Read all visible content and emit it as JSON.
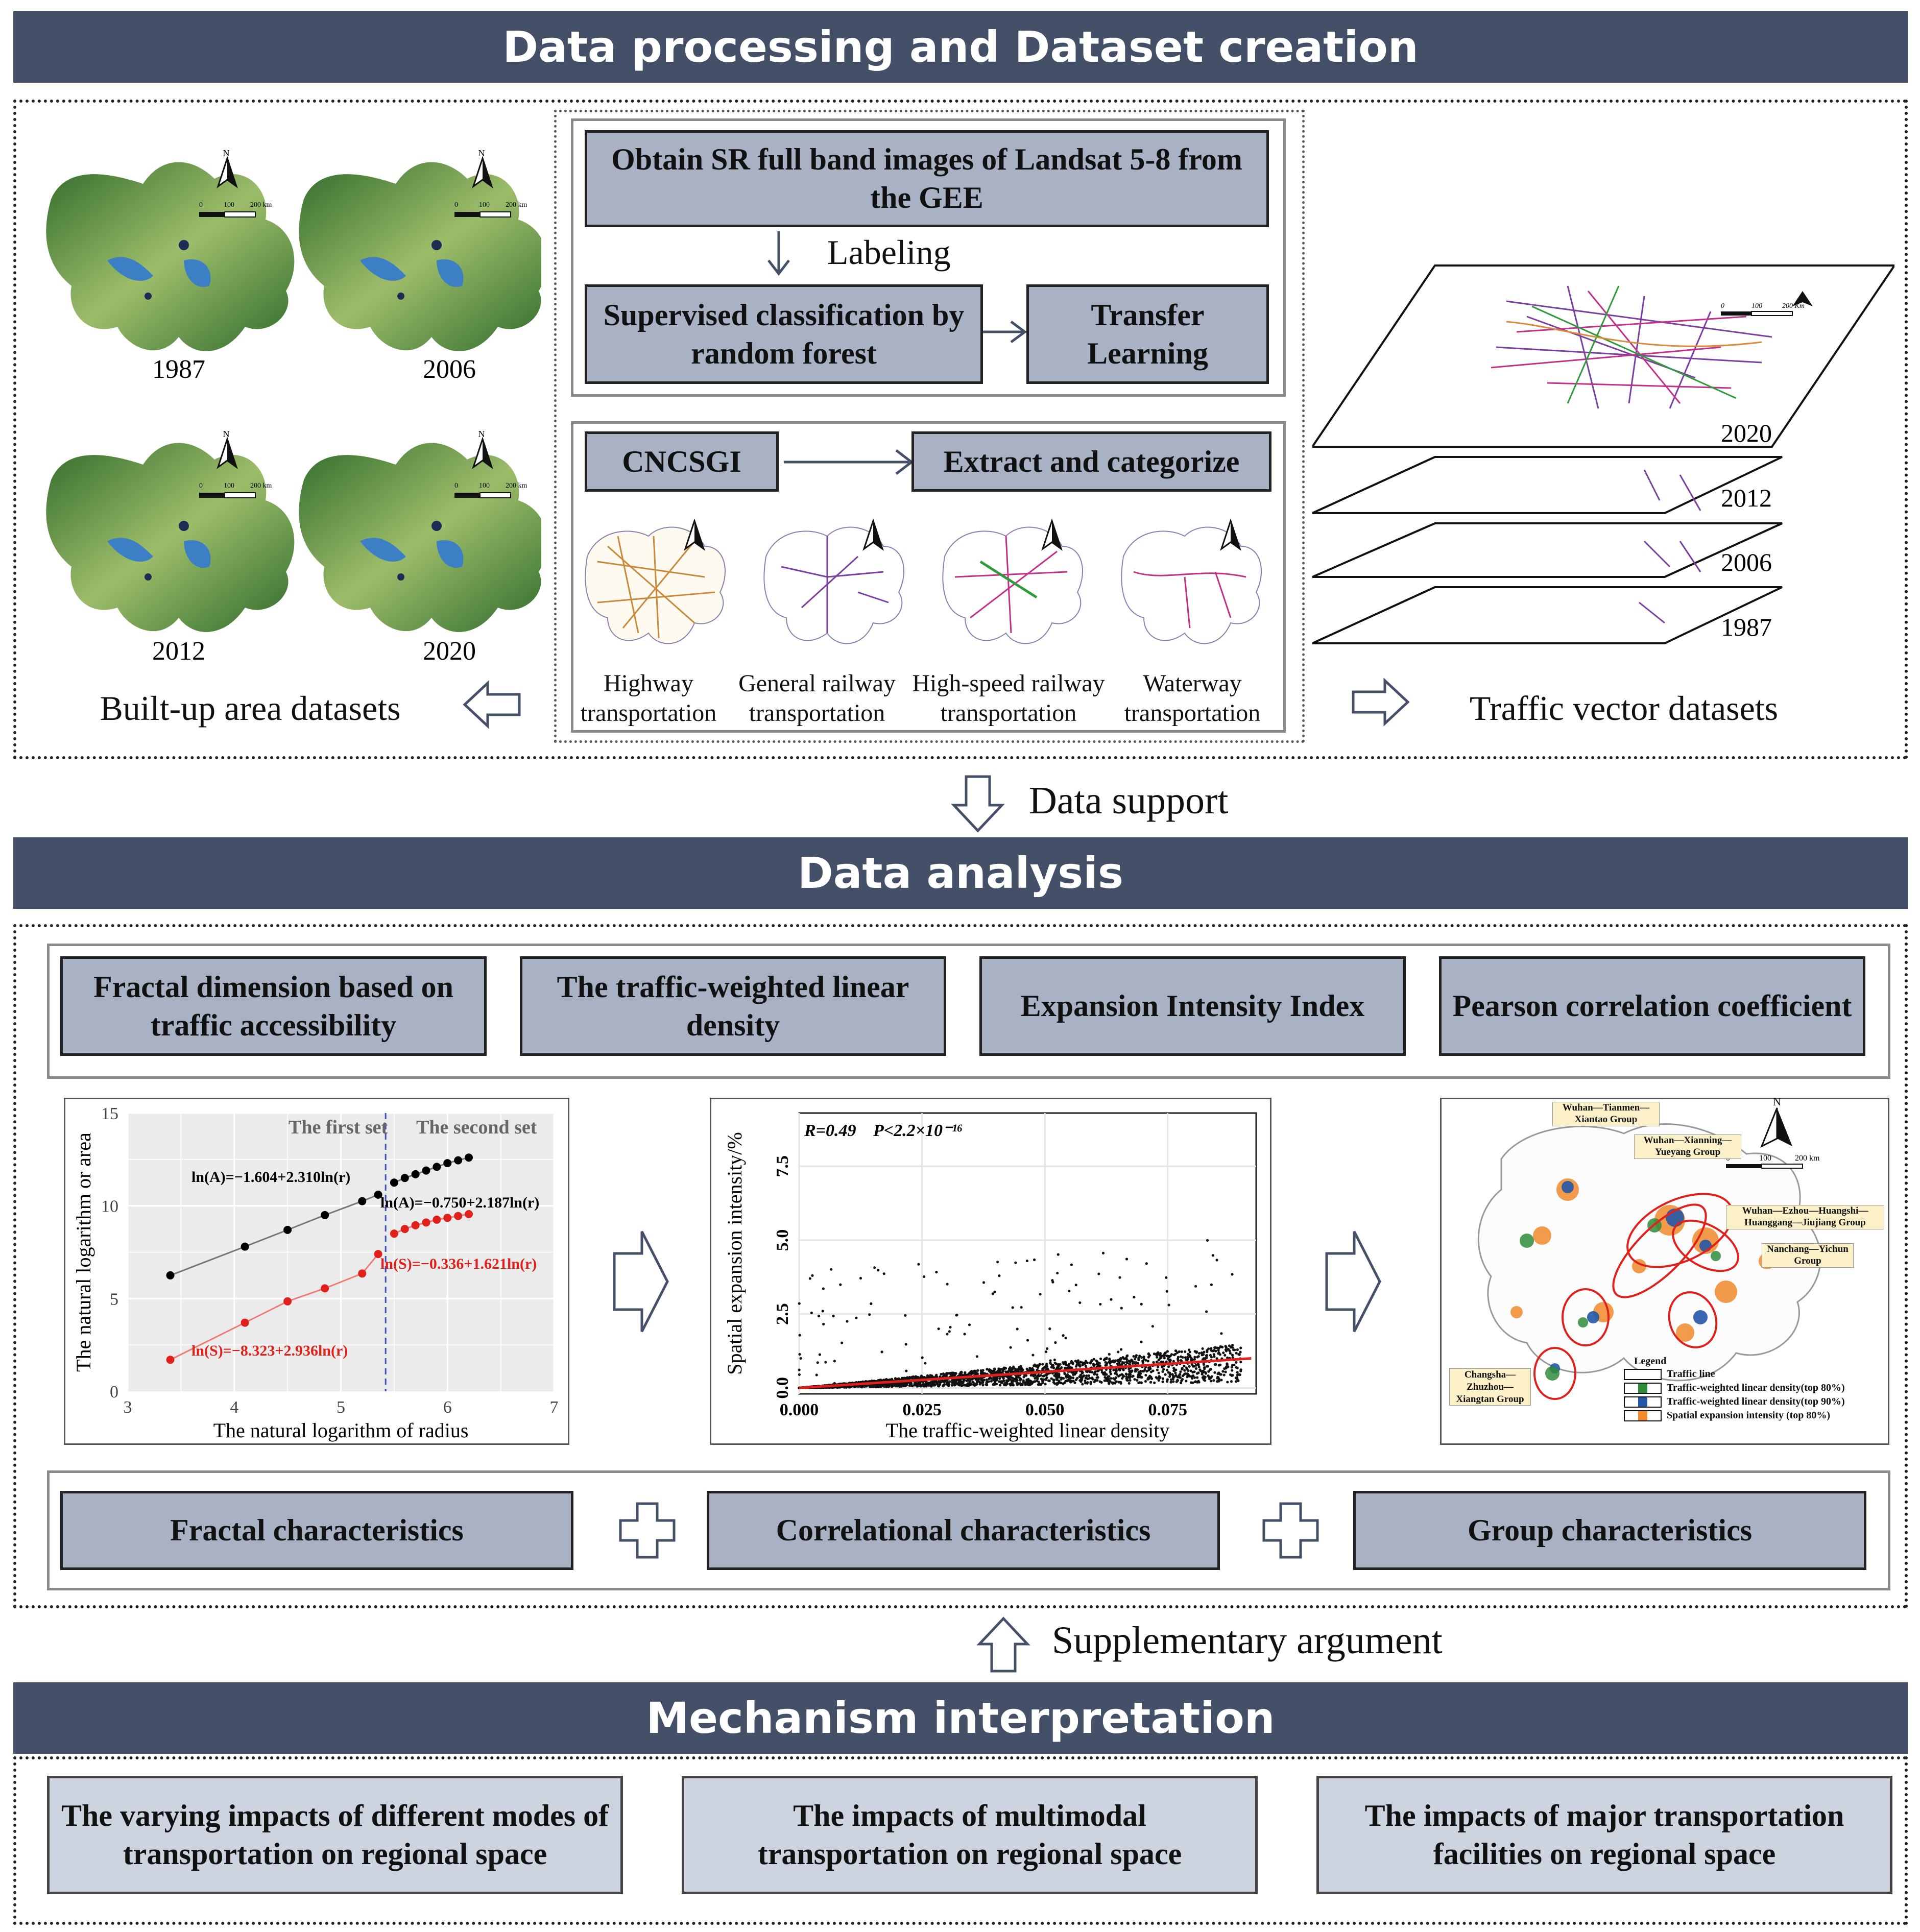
{
  "sections": {
    "s1_title": "Data processing and Dataset creation",
    "s2_title": "Data analysis",
    "s3_title": "Mechanism interpretation"
  },
  "s1": {
    "gee_box": "Obtain SR full band images of Landsat 5-8 from the GEE",
    "labeling": "Labeling",
    "supervised_box": "Supervised classification by random forest",
    "transfer_box": "Transfer Learning",
    "cncsgi_box": "CNCSGI",
    "extract_box": "Extract and categorize",
    "transport_types": [
      "Highway transportation",
      "General railway transportation",
      "High-speed railway transportation",
      "Waterway transportation"
    ],
    "map_years": [
      "1987",
      "2006",
      "2012",
      "2020"
    ],
    "scale_labels": [
      "0",
      "100",
      "200 km"
    ],
    "north_label": "N",
    "builtup_label": "Built-up area datasets",
    "traffic_label": "Traffic vector datasets",
    "layer_years": [
      "2020",
      "2012",
      "2006",
      "1987"
    ],
    "layer_scale": [
      "0",
      "100",
      "200 Km"
    ]
  },
  "between": {
    "data_support": "Data support",
    "supplementary": "Supplementary argument"
  },
  "s2": {
    "method_boxes": [
      "Fractal dimension based on traffic accessibility",
      "The traffic-weighted linear density",
      "Expansion Intensity Index",
      "Pearson correlation coefficient"
    ],
    "result_boxes": [
      "Fractal characteristics",
      "Correlational characteristics",
      "Group characteristics"
    ]
  },
  "s3": {
    "boxes": [
      "The varying impacts of different modes of transportation on regional space",
      "The impacts of multimodal transportation on regional space",
      "The impacts of major transportation facilities on regional space"
    ]
  },
  "group_map": {
    "north_label": "N",
    "scale_labels": [
      "0",
      "100",
      "200 km"
    ],
    "groups": [
      "Wuhan—Tianmen—Xiantao Group",
      "Wuhan—Xianning—Yueyang Group",
      "Wuhan—Ezhou—Huangshi—Huanggang—Jiujiang Group",
      "Nanchang—Yichun Group",
      "Changsha—Zhuzhou—Xiangtan Group"
    ],
    "legend_title": "Legend",
    "legend_items": [
      {
        "label": "Traffic line",
        "color": "#ffffff"
      },
      {
        "label": "Traffic-weighted linear density(top 80%)",
        "color": "#2e8b3a"
      },
      {
        "label": "Traffic-weighted linear density(top 90%)",
        "color": "#2457a8"
      },
      {
        "label": "Spatial expansion intensity (top 80%)",
        "color": "#f08a2c"
      }
    ]
  },
  "chart_data": [
    {
      "type": "line",
      "xlabel": "The natural logarithm of radius",
      "ylabel": "The natural logarithm or area",
      "xlim": [
        3,
        7
      ],
      "ylim": [
        0,
        15
      ],
      "xticks": [
        3,
        4,
        5,
        6,
        7
      ],
      "yticks": [
        0,
        5,
        10,
        15
      ],
      "annotations": {
        "first_set": "The first set",
        "second_set": "The second set",
        "eqA1": "ln(A)=−1.604+2.310ln(r)",
        "eqA2": "ln(A)=−0.750+2.187ln(r)",
        "eqS1": "ln(S)=−8.323+2.936ln(r)",
        "eqS2": "ln(S)=−0.336+1.621ln(r)"
      },
      "breakpoint_x": 5.42,
      "series": [
        {
          "color": "#000000",
          "points": [
            [
              3.4,
              6.25
            ],
            [
              4.1,
              7.8
            ],
            [
              4.5,
              8.7
            ],
            [
              4.85,
              9.5
            ],
            [
              5.2,
              10.25
            ],
            [
              5.35,
              10.6
            ],
            [
              5.5,
              11.25
            ],
            [
              5.6,
              11.5
            ],
            [
              5.7,
              11.7
            ],
            [
              5.8,
              11.9
            ],
            [
              5.9,
              12.1
            ],
            [
              6.0,
              12.3
            ],
            [
              6.1,
              12.45
            ],
            [
              6.2,
              12.6
            ]
          ]
        },
        {
          "color": "#e0201a",
          "points": [
            [
              3.4,
              1.7
            ],
            [
              4.1,
              3.7
            ],
            [
              4.5,
              4.85
            ],
            [
              4.85,
              5.55
            ],
            [
              5.2,
              6.35
            ],
            [
              5.35,
              7.4
            ],
            [
              5.5,
              8.5
            ],
            [
              5.6,
              8.75
            ],
            [
              5.7,
              8.95
            ],
            [
              5.8,
              9.1
            ],
            [
              5.9,
              9.25
            ],
            [
              6.0,
              9.35
            ],
            [
              6.1,
              9.45
            ],
            [
              6.2,
              9.55
            ]
          ]
        }
      ]
    },
    {
      "type": "scatter",
      "xlabel": "The traffic-weighted linear density",
      "ylabel": "Spatial expansion intensity/%",
      "xlim": [
        0,
        0.093
      ],
      "ylim": [
        -0.2,
        9.3
      ],
      "xticks": [
        "0.000",
        "0.025",
        "0.050",
        "0.075"
      ],
      "yticks": [
        "0.0",
        "2.5",
        "5.0",
        "7.5"
      ],
      "annotation_r": "R=0.49",
      "annotation_p": "P<2.2×10⁻¹⁶",
      "trend_line": [
        [
          0,
          0.0
        ],
        [
          0.092,
          1.0
        ]
      ],
      "trend_color": "#e0201a"
    }
  ]
}
